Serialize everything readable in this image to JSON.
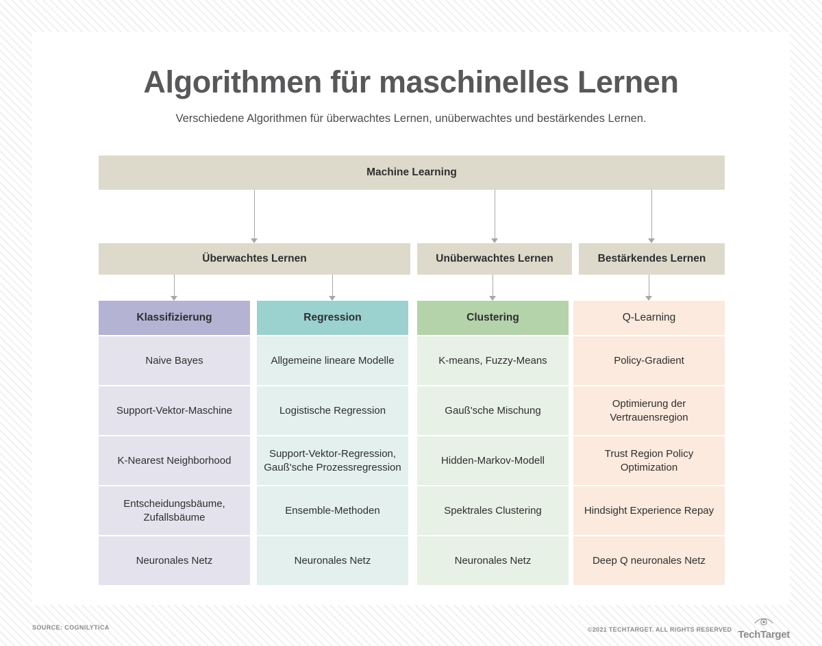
{
  "page": {
    "title": "Algorithmen für maschinelles Lernen",
    "subtitle": "Verschiedene Algorithmen für überwachtes Lernen, unüberwachtes und bestärkendes Lernen."
  },
  "diagram": {
    "root": {
      "label": "Machine Learning"
    },
    "level2": [
      {
        "label": "Überwachtes Lernen"
      },
      {
        "label": "Unüberwachtes Lernen"
      },
      {
        "label": "Bestärkendes Lernen"
      }
    ],
    "columns": [
      {
        "header": "Klassifizierung",
        "header_style": "bold",
        "header_color": "#b5b3d4",
        "cell_color": "#e4e2ec",
        "items": [
          "Naive Bayes",
          "Support-Vektor-Maschine",
          "K-Nearest Neighborhood",
          "Entscheidungsbäume, Zufallsbäume",
          "Neuronales Netz"
        ]
      },
      {
        "header": "Regression",
        "header_style": "bold",
        "header_color": "#9bd2cf",
        "cell_color": "#e3f0ee",
        "items": [
          "Allgemeine lineare Modelle",
          "Logistische Regression",
          "Support-Vektor-Regression, Gauß'sche Prozessregression",
          "Ensemble-Methoden",
          "Neuronales Netz"
        ]
      },
      {
        "header": "Clustering",
        "header_style": "bold",
        "header_color": "#b5d3ab",
        "cell_color": "#e8f1e5",
        "items": [
          "K-means, Fuzzy-Means",
          "Gauß'sche Mischung",
          "Hidden-Markov-Modell",
          "Spektrales Clustering",
          "Neuronales Netz"
        ]
      },
      {
        "header": "Q-Learning",
        "header_style": "plain",
        "header_color": "#fbeadd",
        "cell_color": "#fbeadd",
        "items": [
          "Policy-Gradient",
          "Optimierung der Vertrauensregion",
          "Trust Region Policy Optimization",
          "Hindsight Experience Repay",
          "Deep Q neuronales Netz"
        ]
      }
    ]
  },
  "footer": {
    "source": "SOURCE: COGNILYTICA",
    "copyright": "©2021 TECHTARGET. ALL RIGHTS RESERVED",
    "logo_text": "TechTarget",
    "logo_icon": "eye-icon"
  },
  "theme": {
    "beige": "#dedacb",
    "title_color": "#58585a",
    "text_color": "#2e2e30",
    "connector_color": "#a7a7a7"
  }
}
